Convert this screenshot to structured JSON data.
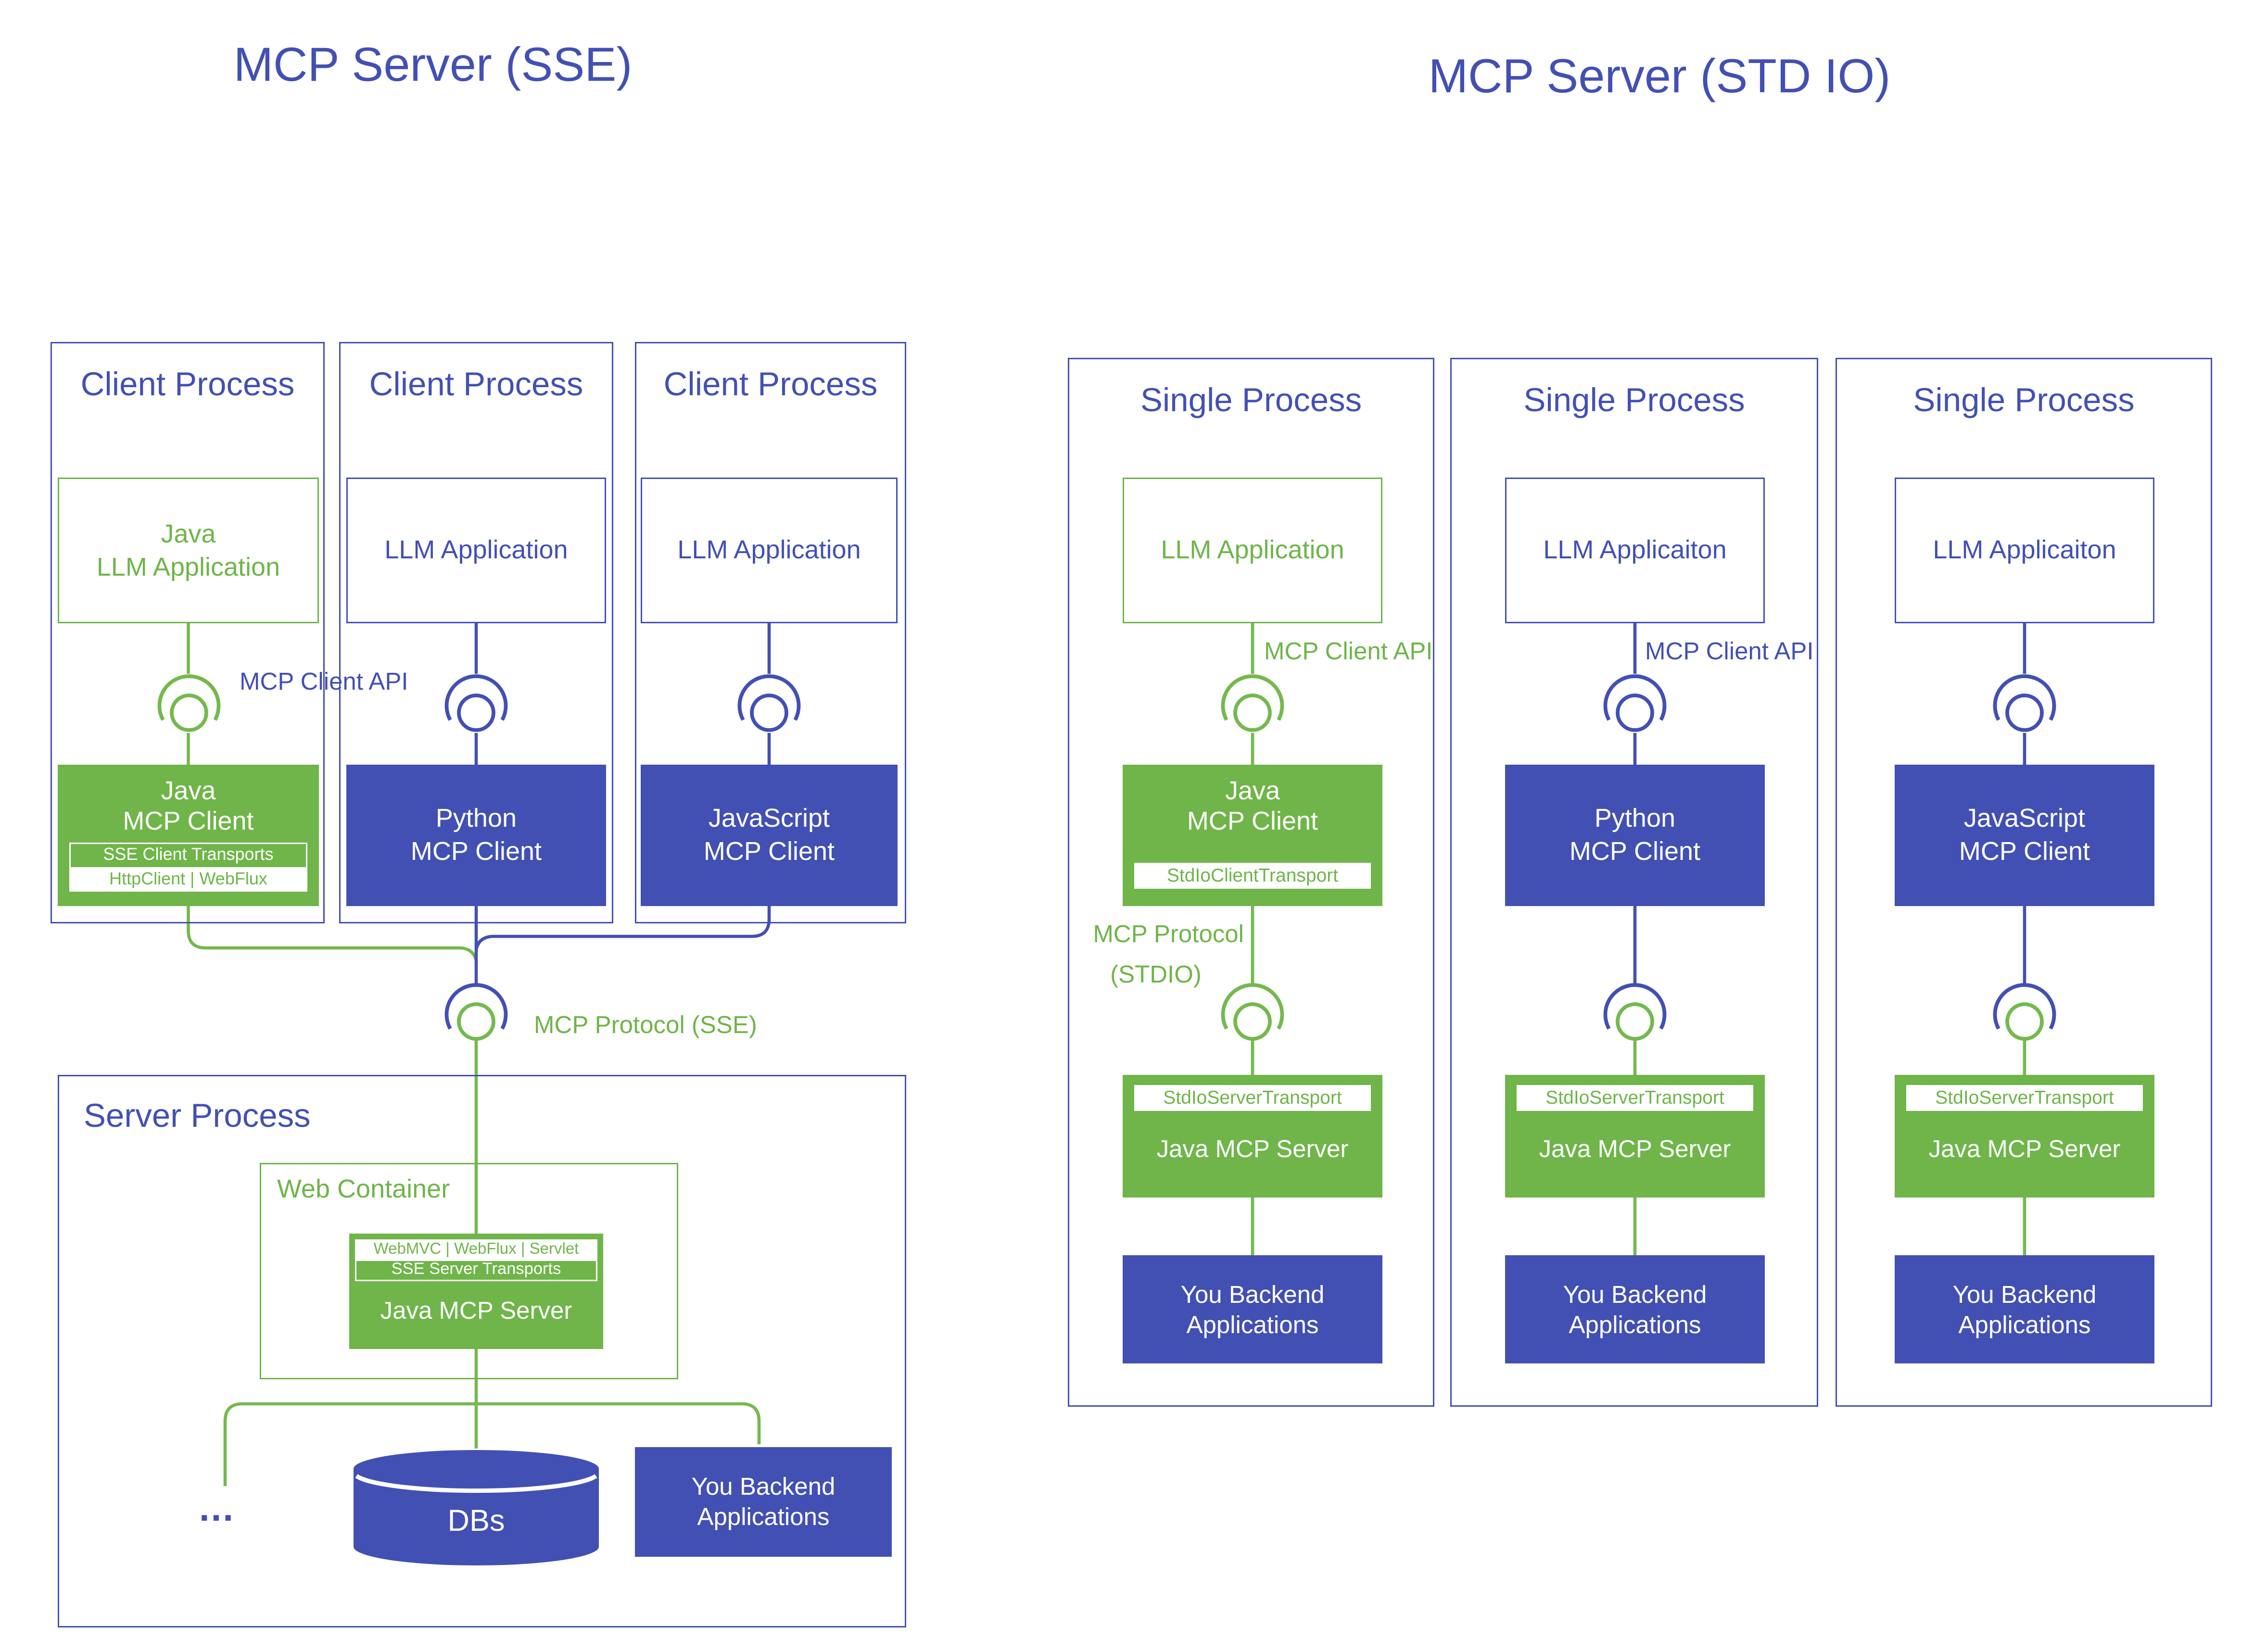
{
  "colors": {
    "blue": "#4250B4",
    "green": "#6FB549"
  },
  "left": {
    "title": "MCP Server (SSE)",
    "mcp_client_api_label": "MCP Client API",
    "mcp_protocol_label": "MCP Protocol (SSE)",
    "columns": [
      {
        "process_label": "Client Process",
        "llm_lines": [
          "Java",
          "LLM Application"
        ],
        "client_lines": [
          "Java",
          "MCP Client"
        ],
        "client_strip_1": "SSE Client Transports",
        "client_strip_2": "HttpClient | WebFlux"
      },
      {
        "process_label": "Client Process",
        "llm_label": "LLM Application",
        "client_lines": [
          "Python",
          "MCP Client"
        ]
      },
      {
        "process_label": "Client Process",
        "llm_label": "LLM Application",
        "client_lines": [
          "JavaScript",
          "MCP Client"
        ]
      }
    ],
    "server": {
      "process_label": "Server Process",
      "web_container_label": "Web Container",
      "frameworks_strip": "WebMVC | WebFlux | Servlet",
      "transport_strip": "SSE Server Transports",
      "server_title": "Java MCP Server",
      "ellipsis": "...",
      "db_label": "DBs",
      "backend_lines": [
        "You Backend",
        "Applications"
      ]
    }
  },
  "right": {
    "title": "MCP Server (STD IO)",
    "mcp_client_api_label": "MCP Client API",
    "mcp_protocol_lines": [
      "MCP Protocol",
      "(STDIO)"
    ],
    "columns": [
      {
        "process_label": "Single Process",
        "llm_label": "LLM Application",
        "client_lines": [
          "Java",
          "MCP Client"
        ],
        "client_strip": "StdIoClientTransport",
        "server_strip": "StdIoServerTransport",
        "server_title": "Java MCP Server",
        "backend_lines": [
          "You Backend",
          "Applications"
        ]
      },
      {
        "process_label": "Single Process",
        "llm_label": "LLM Applicaiton",
        "client_lines": [
          "Python",
          "MCP Client"
        ],
        "server_strip": "StdIoServerTransport",
        "server_title": "Java MCP Server",
        "backend_lines": [
          "You Backend",
          "Applications"
        ]
      },
      {
        "process_label": "Single Process",
        "llm_label": "LLM Applicaiton",
        "client_lines": [
          "JavaScript",
          "MCP Client"
        ],
        "server_strip": "StdIoServerTransport",
        "server_title": "Java MCP Server",
        "backend_lines": [
          "You Backend",
          "Applications"
        ]
      }
    ]
  }
}
